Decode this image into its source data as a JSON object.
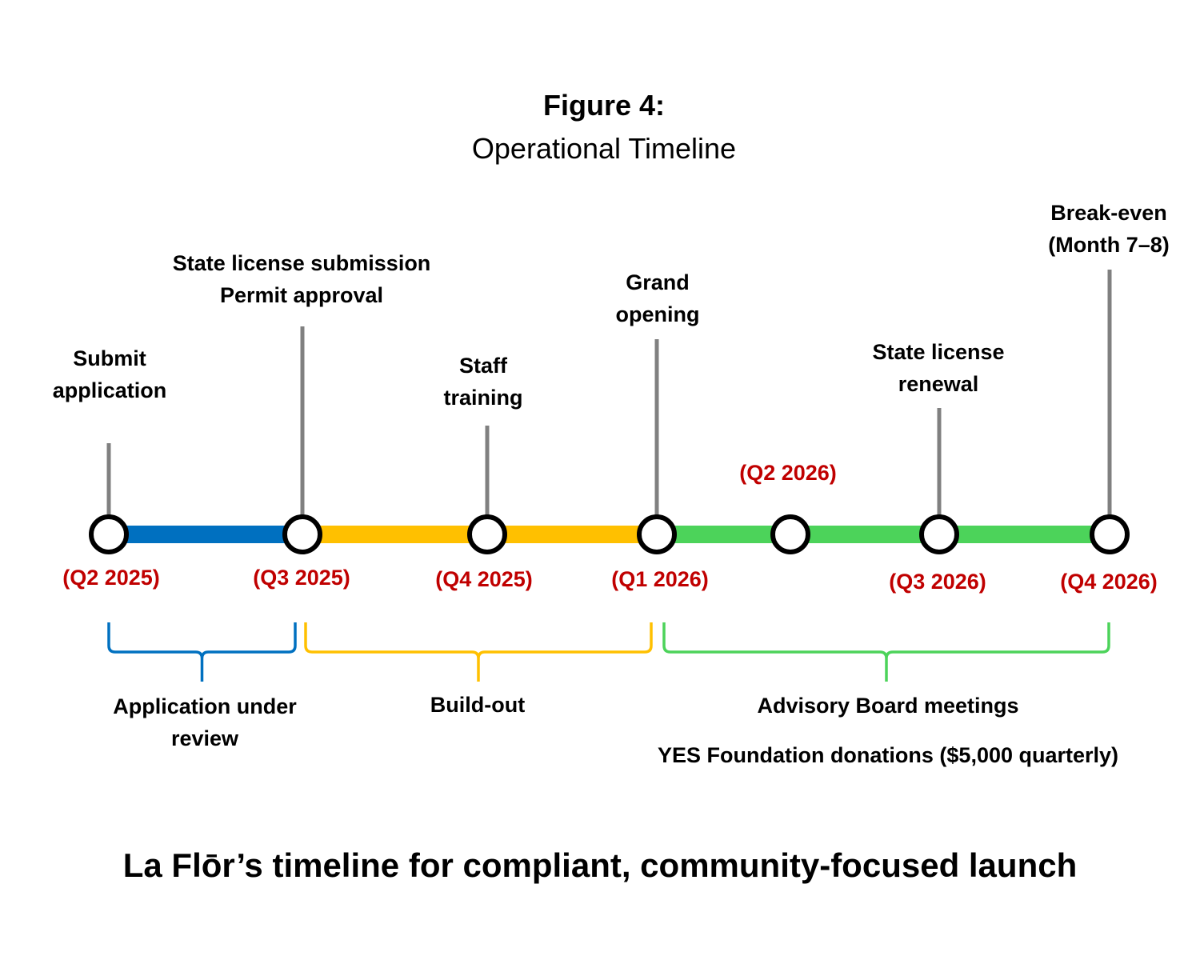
{
  "figure": {
    "title": "Figure 4:",
    "subtitle": "Operational Timeline",
    "caption": "La Flōr’s timeline for compliant, community-focused launch"
  },
  "colors": {
    "blue": "#0070C0",
    "yellow": "#FFC000",
    "green": "#4CD35A",
    "date_red": "#C00000",
    "stem_gray": "#808080",
    "node_fill": "#ffffff",
    "node_stroke": "#000000"
  },
  "milestones": [
    {
      "date": "(Q2 2025)",
      "label": [
        "Submit",
        "application"
      ],
      "date_pos": "below"
    },
    {
      "date": "(Q3 2025)",
      "label": [
        "State license submission",
        "Permit approval"
      ],
      "date_pos": "below"
    },
    {
      "date": "(Q4 2025)",
      "label": [
        "Staff",
        "training"
      ],
      "date_pos": "below"
    },
    {
      "date": "(Q1 2026)",
      "label": [
        "Grand",
        "opening"
      ],
      "date_pos": "below"
    },
    {
      "date": "(Q2 2026)",
      "label": [],
      "date_pos": "above"
    },
    {
      "date": "(Q3 2026)",
      "label": [
        "State license",
        "renewal"
      ],
      "date_pos": "below"
    },
    {
      "date": "(Q4 2026)",
      "label": [
        "Break-even",
        "(Month 7–8)"
      ],
      "date_pos": "below"
    }
  ],
  "segments": [
    {
      "from": 0,
      "to": 1,
      "color": "blue"
    },
    {
      "from": 1,
      "to": 3,
      "color": "yellow"
    },
    {
      "from": 3,
      "to": 6,
      "color": "green"
    }
  ],
  "phases": [
    {
      "name": "Application under review",
      "lines": [
        "Application under",
        "review"
      ],
      "color": "blue",
      "from": 0,
      "to": 1
    },
    {
      "name": "Build-out",
      "lines": [
        "Build-out"
      ],
      "color": "yellow",
      "from": 1,
      "to": 3
    },
    {
      "name": "Advisory Board meetings",
      "lines": [
        "Advisory Board meetings",
        "YES Foundation donations ($5,000 quarterly)"
      ],
      "color": "green",
      "from": 3,
      "to": 6
    }
  ]
}
